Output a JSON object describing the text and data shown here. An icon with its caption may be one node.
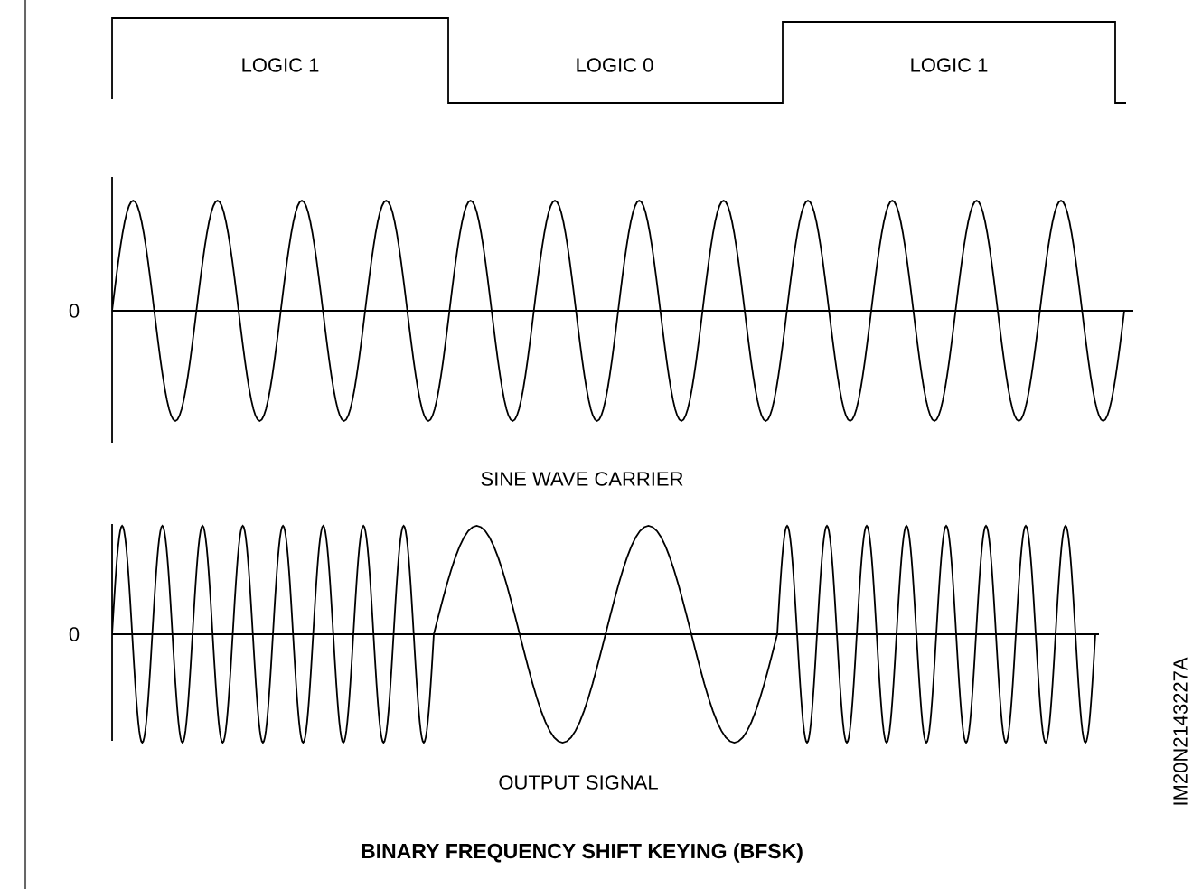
{
  "diagram": {
    "title": "BINARY FREQUENCY SHIFT KEYING (BFSK)",
    "labels": [
      "LOGIC 1",
      "LOGIC 0",
      "LOGIC 1",
      "0",
      "SINE WAVE CARRIER",
      "0",
      "OUTPUT SIGNAL",
      "IM20N2143227A"
    ]
  }
}
